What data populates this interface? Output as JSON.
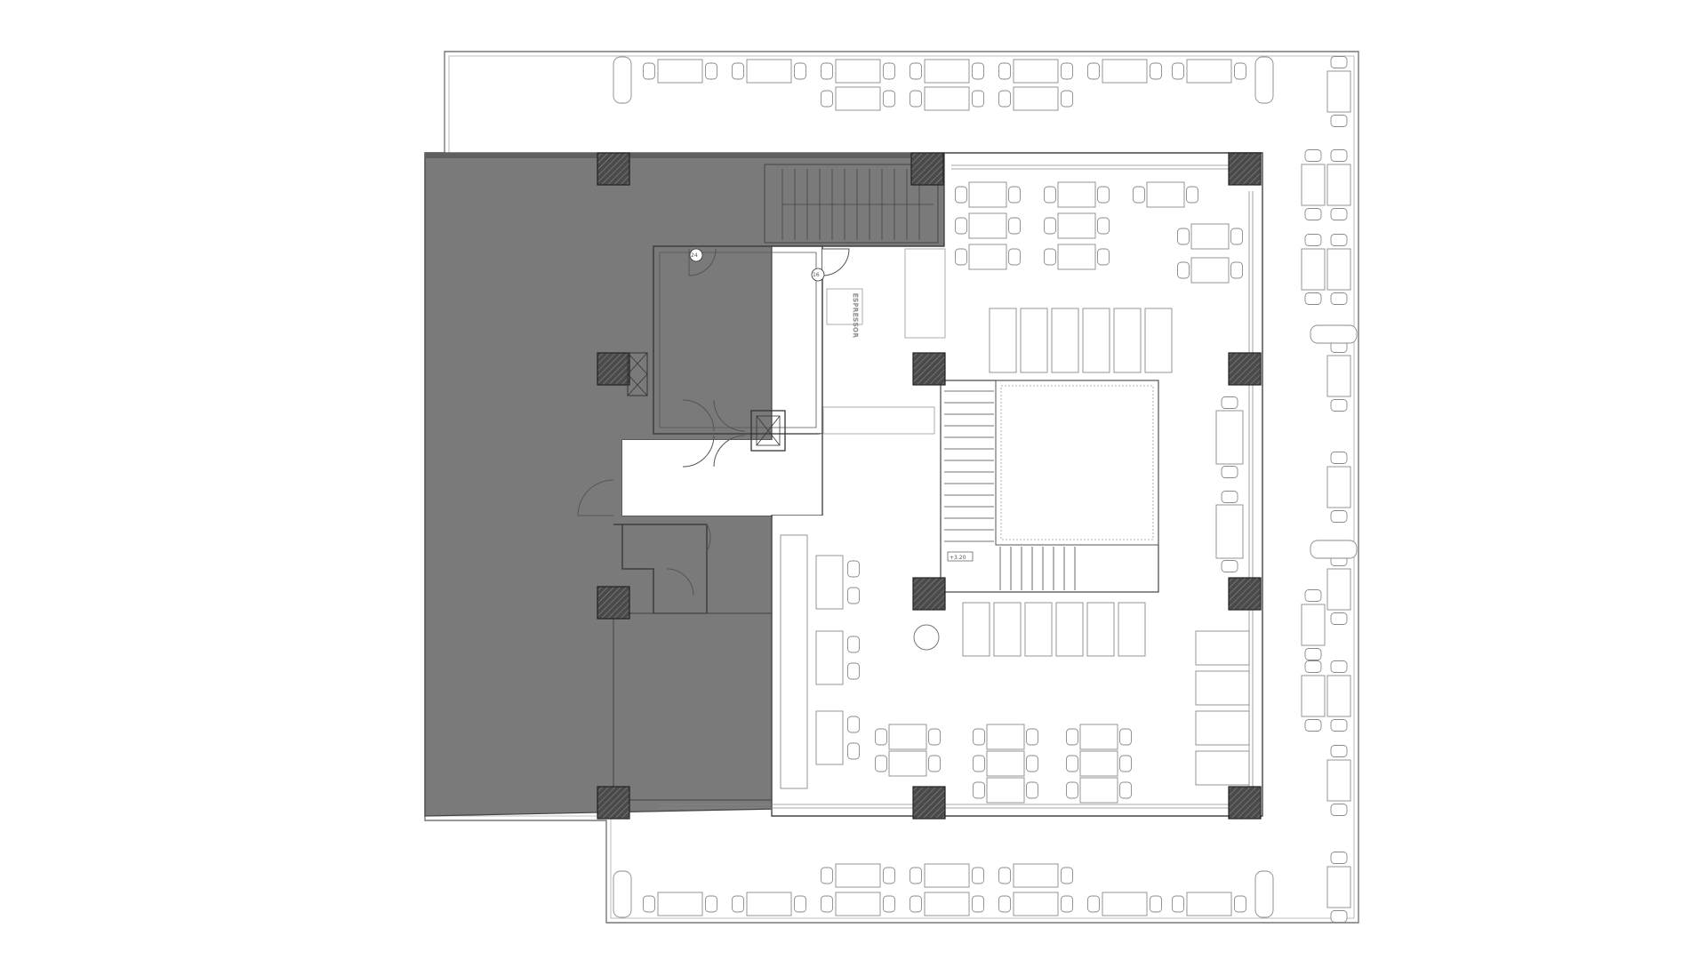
{
  "plan": {
    "labels": {
      "room_tag_a": "24",
      "room_tag_b": "16",
      "equipment": "ESPRESSOR",
      "level": "+3.20"
    },
    "colors": {
      "background": "#ffffff",
      "line": "#555555",
      "service_area": "#7a7a7a",
      "column_fill": "#4a4a4a",
      "furniture_stroke": "#8a8a8a"
    }
  }
}
